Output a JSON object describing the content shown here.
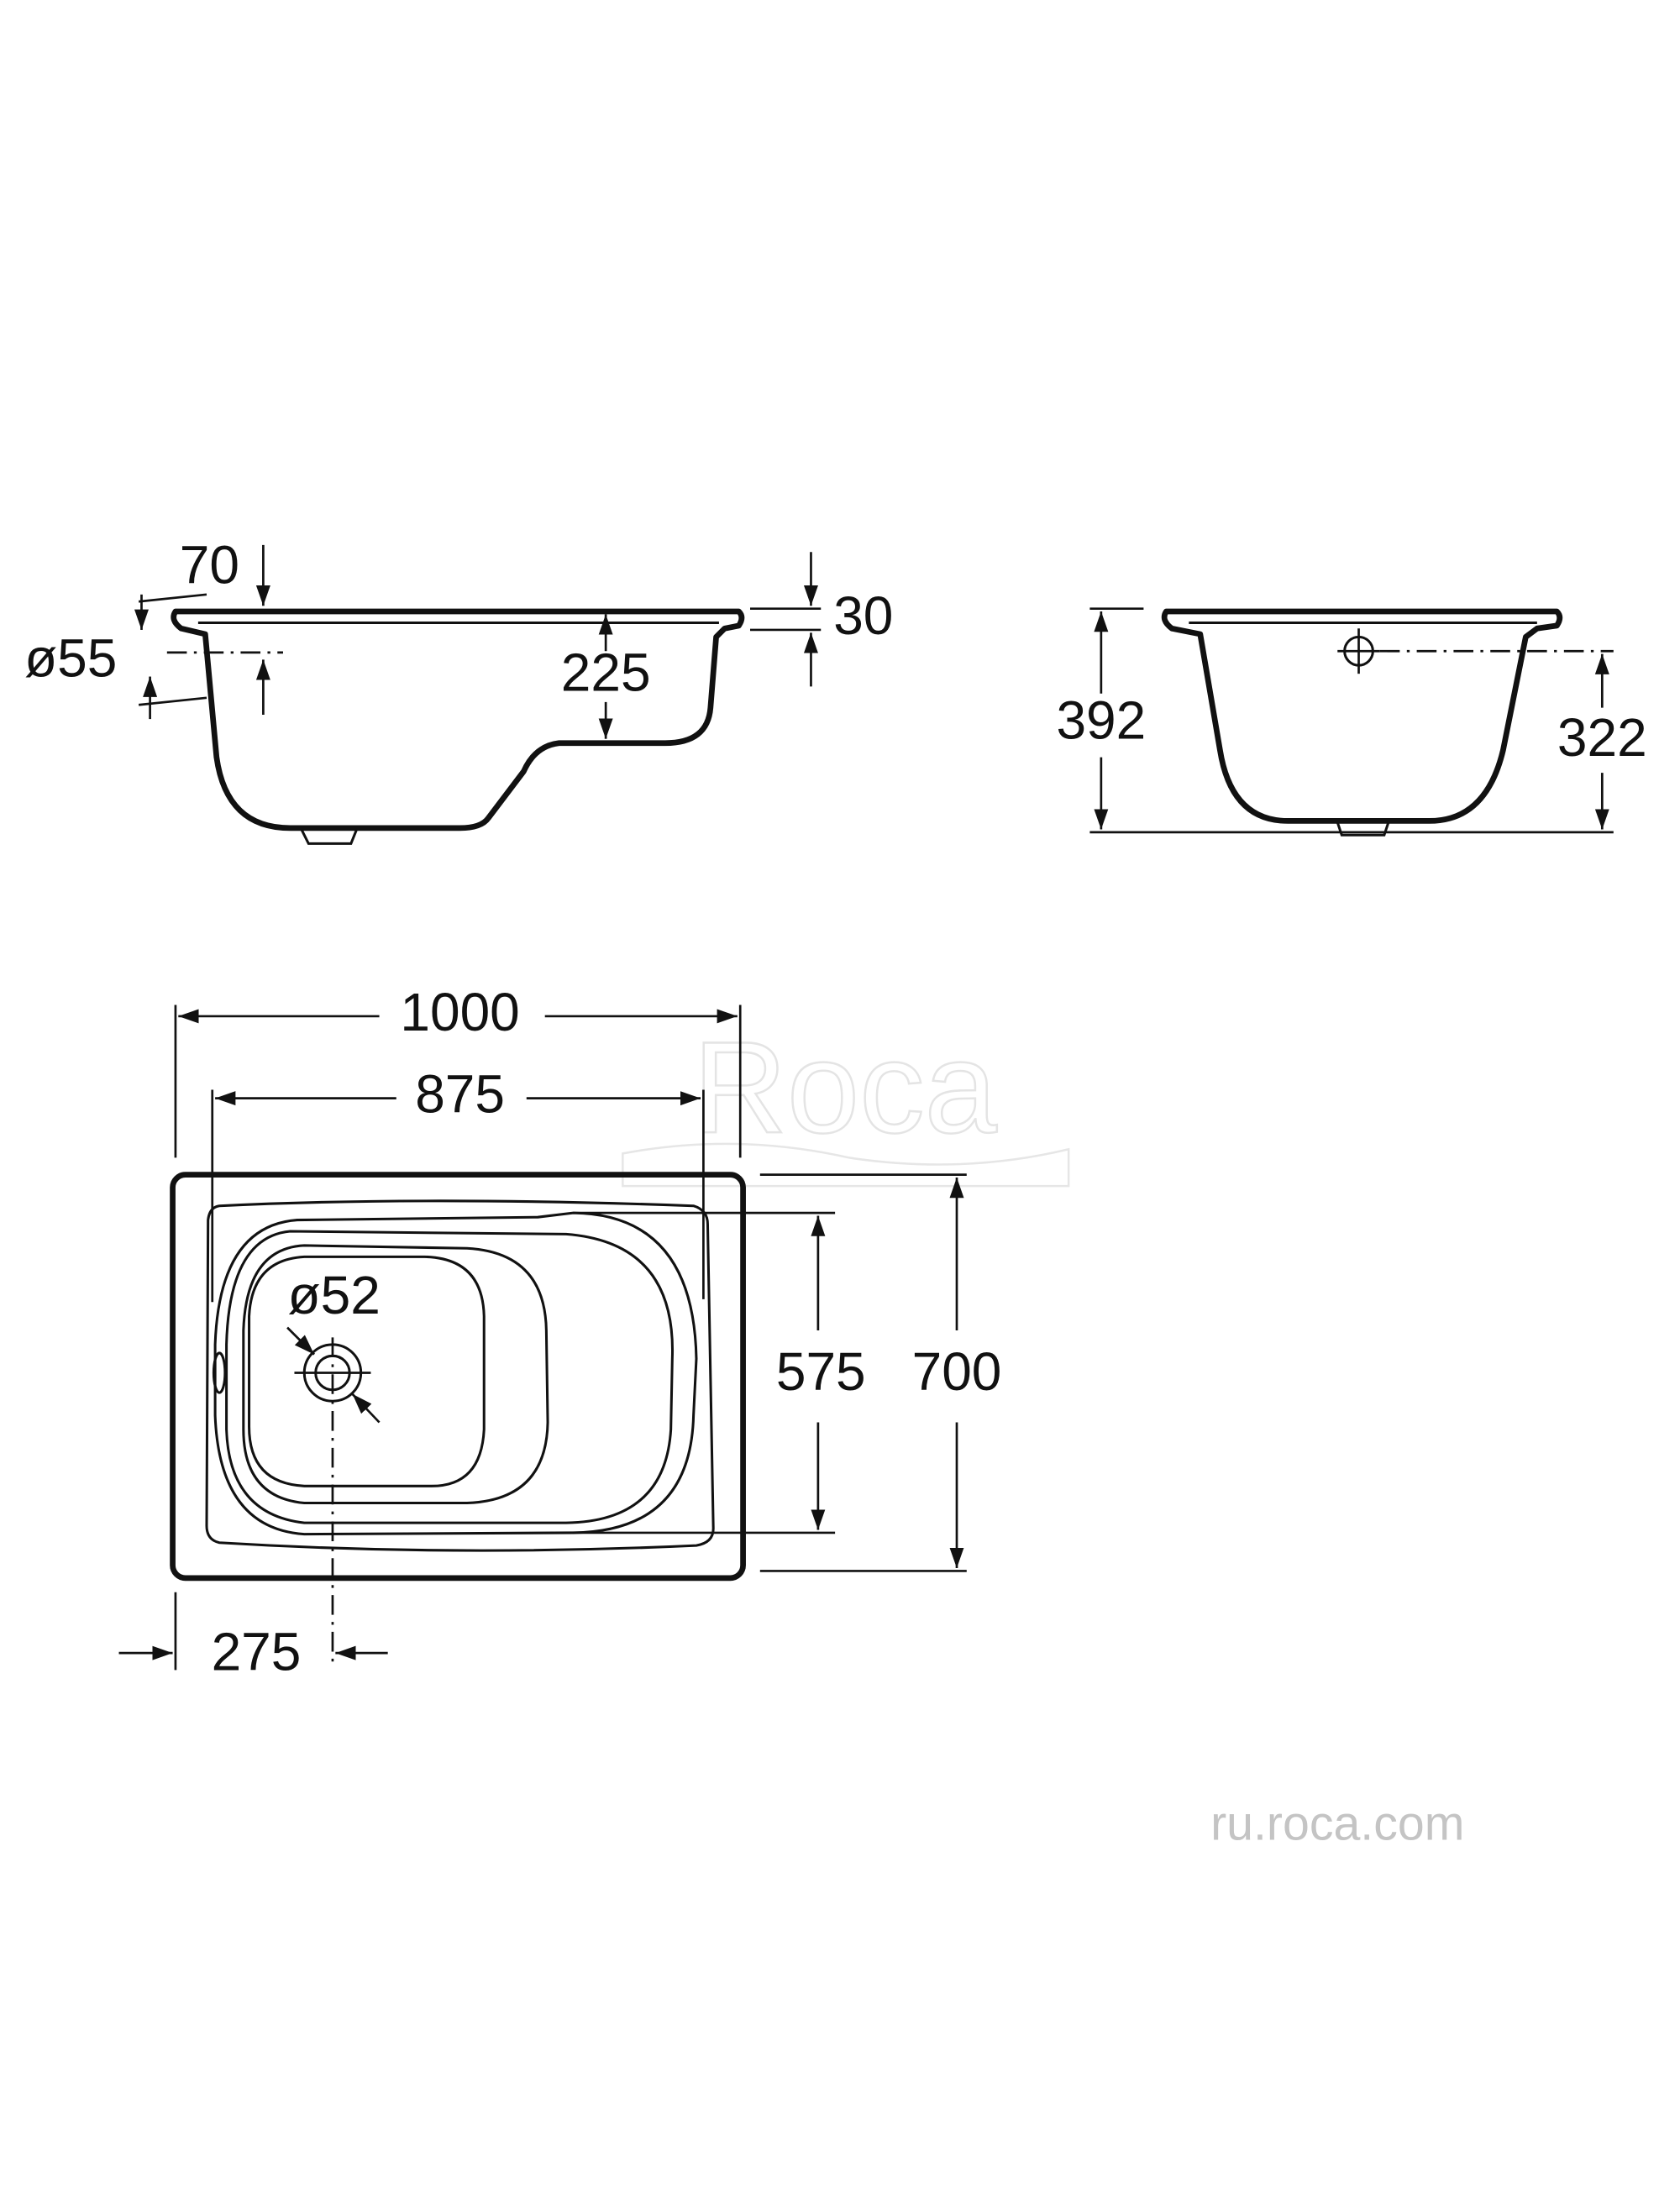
{
  "side_view_long": {
    "rim_offset": "70",
    "overflow_diameter": "ø55",
    "seat_depth": "225",
    "rim_thickness": "30"
  },
  "side_view_short": {
    "total_height": "392",
    "overflow_height": "322"
  },
  "plan_view": {
    "overall_length": "1000",
    "inner_length": "875",
    "inner_width": "575",
    "overall_width": "700",
    "drain_diameter": "ø52",
    "drain_offset": "275"
  },
  "watermark": "Roca",
  "website": "ru.roca.com"
}
